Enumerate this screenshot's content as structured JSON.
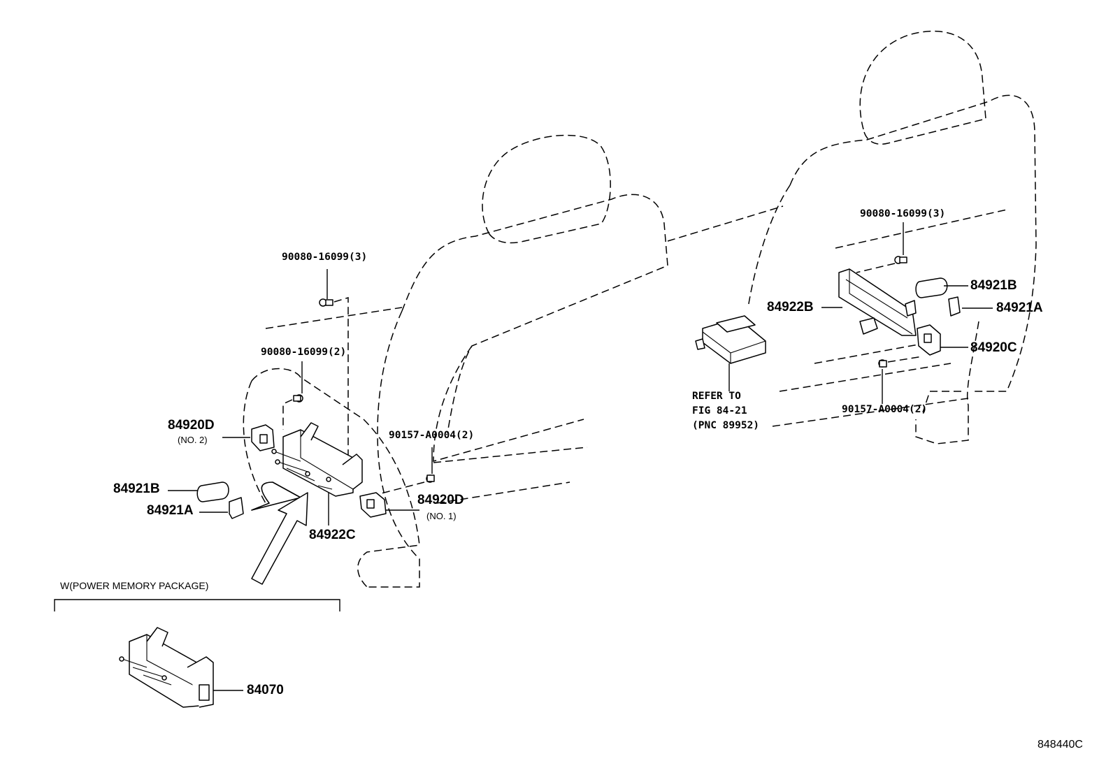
{
  "labels": {
    "bolt_left_top": "90080-16099(3)",
    "bolt_left_mid": "90080-16099(2)",
    "clip_left": "90157-A0004(2)",
    "part_84920d_no2": "84920D",
    "part_84920d_no2_sub": "(NO. 2)",
    "part_84921b_left": "84921B",
    "part_84921a_left": "84921A",
    "part_84922c": "84922C",
    "part_84920d_no1": "84920D",
    "part_84920d_no1_sub": "(NO. 1)",
    "bolt_right_top": "90080-16099(3)",
    "part_84921b_right": "84921B",
    "part_84922b": "84922B",
    "part_84921a_right": "84921A",
    "part_84920c": "84920C",
    "clip_right": "90157-A0004(2)",
    "refer_line1": "REFER TO",
    "refer_line2": "FIG 84-21",
    "refer_line3": "(PNC 89952)",
    "package_note": "W(POWER MEMORY PACKAGE)",
    "part_84070": "84070",
    "figure_id": "848440C"
  },
  "colors": {
    "line": "#000000",
    "background": "#ffffff"
  }
}
